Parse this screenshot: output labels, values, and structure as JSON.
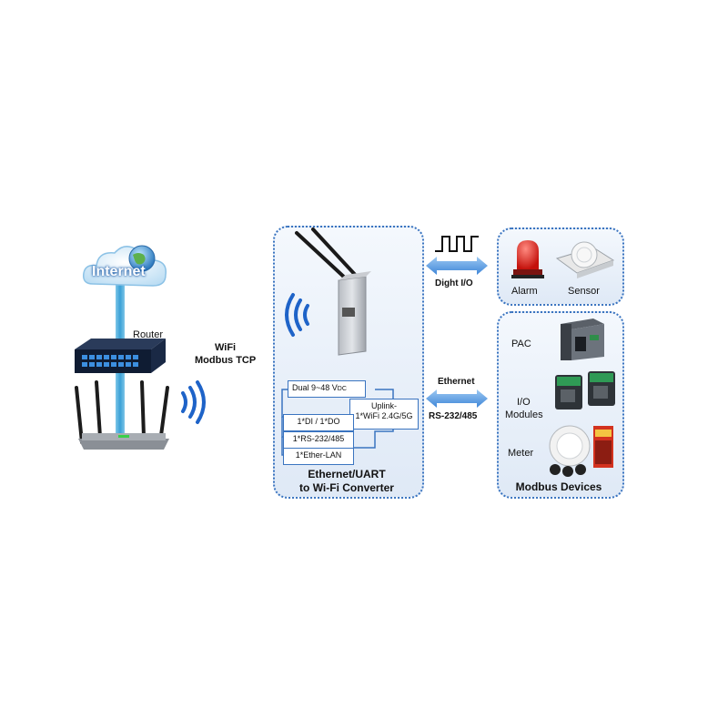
{
  "left": {
    "internet_label": "Internet",
    "router_label": "Router",
    "wifi_label": "WiFi",
    "modbus_tcp_label": "Modbus TCP"
  },
  "converter": {
    "title_line1": "Ethernet/UART",
    "title_line2": "to Wi-Fi Converter",
    "spec_power": "Dual 9~48 V",
    "spec_power_sub": "DC",
    "spec_di_do": "1*DI / 1*DO",
    "spec_serial": "1*RS-232/485",
    "spec_lan": "1*Ether-LAN",
    "spec_uplink_line1": "Uplink-",
    "spec_uplink_line2": "1*WiFi 2.4G/5G"
  },
  "links": {
    "digit_io_label": "Dight I/O",
    "ethernet_label": "Ethernet",
    "rs_label": "RS-232/485"
  },
  "devices": {
    "alarm_label": "Alarm",
    "sensor_label": "Sensor",
    "pac_label": "PAC",
    "io_label_line1": "I/O",
    "io_label_line2": "Modules",
    "meter_label": "Meter",
    "modbus_devices_title": "Modbus Devices"
  },
  "colors": {
    "accent_blue": "#2f6fbf",
    "panel_border": "#3a74c0",
    "arrow_blue": "#5b9be0",
    "alarm_red": "#d9221b"
  }
}
